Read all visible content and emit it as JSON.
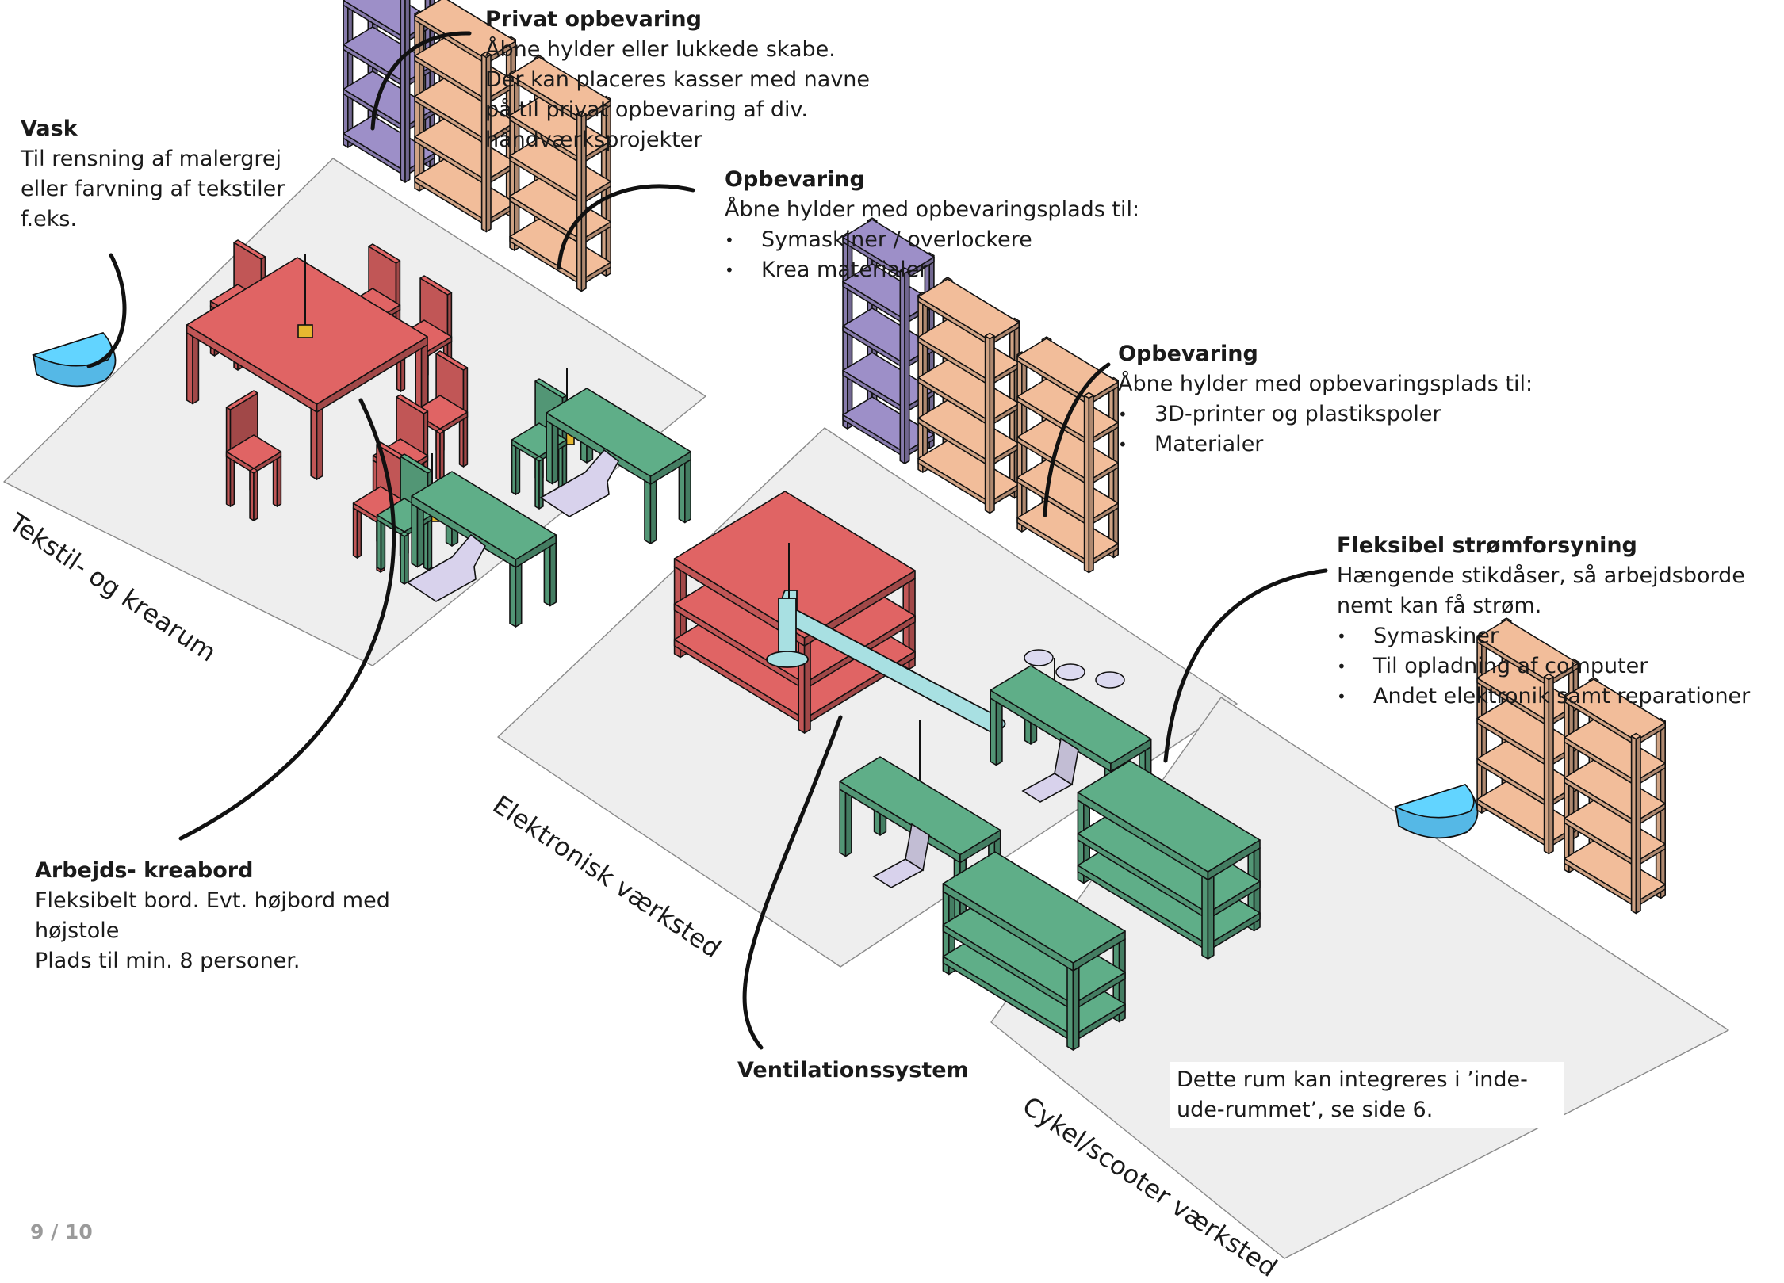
{
  "colors": {
    "floor": "#eeeeee",
    "red": "#e06464",
    "green": "#5fae88",
    "purple": "#9d8fc8",
    "peach": "#f2bd9a",
    "blue": "#55b8e6",
    "duct": "#a8e0e2",
    "machine": "#d8d2ec",
    "outlet": "#e6b830",
    "line": "#111111"
  },
  "annotations": {
    "privat": {
      "title": "Privat opbevaring",
      "lines": [
        "Åbne hylder eller lukkede skabe.",
        "Der kan placeres kasser med navne",
        "på til privat opbevaring af div.",
        "håndværksprojekter"
      ]
    },
    "vask": {
      "title": "Vask",
      "lines": [
        "Til rensning af malergrej",
        "eller farvning af tekstiler",
        "f.eks."
      ]
    },
    "opbevaring1": {
      "title": "Opbevaring",
      "intro": "Åbne hylder med opbevaringsplads til:",
      "items": [
        "Symaskiner / overlockere",
        "Krea materialer"
      ]
    },
    "opbevaring2": {
      "title": "Opbevaring",
      "intro": "Åbne hylder med opbevaringsplads til:",
      "items": [
        "3D-printer og plastikspoler",
        "Materialer"
      ]
    },
    "strom": {
      "title": "Fleksibel strømforsyning",
      "lines": [
        "Hængende stikdåser, så arbejdsborde",
        "nemt kan få strøm."
      ],
      "items": [
        "Symaskiner",
        "Til opladning af computer",
        "Andet elektronik samt reparationer"
      ]
    },
    "arbejdsbord": {
      "title": "Arbejds- kreabord",
      "lines": [
        "Fleksibelt bord. Evt. højbord med",
        "højstole",
        "Plads til min. 8 personer."
      ]
    },
    "ventilation": {
      "title": "Ventilationssystem"
    }
  },
  "rooms": {
    "tekstil": "Tekstil- og krearum",
    "elektronik": "Elektronisk værksted",
    "cykel": "Cykel/scooter værksted"
  },
  "note": {
    "line1": "Dette rum kan integreres i ’inde-",
    "line2": "ude-rummet’, se side 6."
  },
  "page": {
    "number": "9 / 10"
  }
}
